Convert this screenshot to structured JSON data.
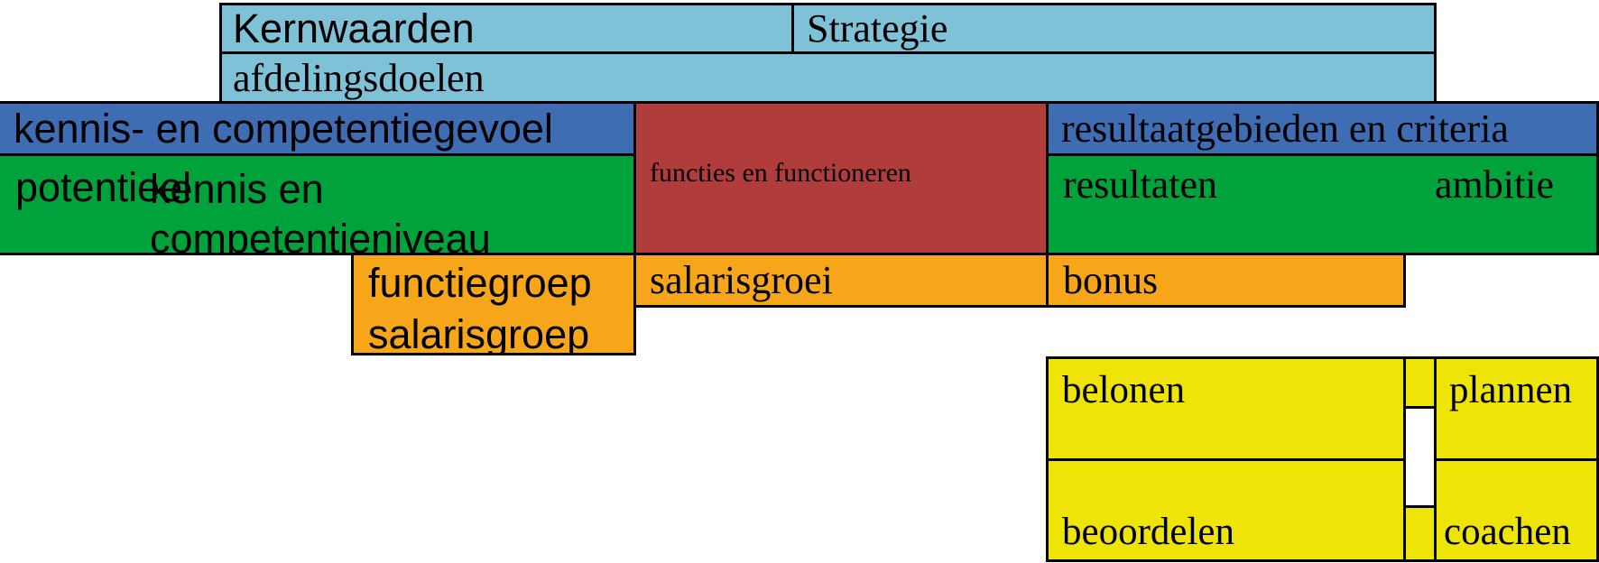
{
  "colors": {
    "light_blue": "#7fc2d8",
    "dark_blue": "#3e6db4",
    "green": "#00a23c",
    "red": "#b03c3c",
    "orange": "#f8a619",
    "yellow": "#eee406",
    "border": "#000000",
    "text": "#000000"
  },
  "top_block": {
    "kernwaarden": "Kernwaarden",
    "strategie": "Strategie",
    "afdelingsdoelen": "afdelingsdoelen"
  },
  "competence_row": {
    "kennis_competentiegevoel": "kennis- en competentiegevoel",
    "resultaatgebieden_criteria": "resultaatgebieden en criteria"
  },
  "center_block": {
    "functies_functioneren": "functies en functioneren"
  },
  "green_row": {
    "potentieel": "potentieel",
    "kennis_en": "kennis en",
    "competentieniveau": "competentieniveau",
    "resultaten": "resultaten",
    "ambitie": "ambitie"
  },
  "reward_row": {
    "functiegroep": "functiegroep",
    "salarisgroep": "salarisgroep",
    "salarisgroei": "salarisgroei",
    "bonus": "bonus"
  },
  "cycle_grid": {
    "belonen": "belonen",
    "plannen": "plannen",
    "beoordelen": "beoordelen",
    "coachen": "coachen"
  }
}
